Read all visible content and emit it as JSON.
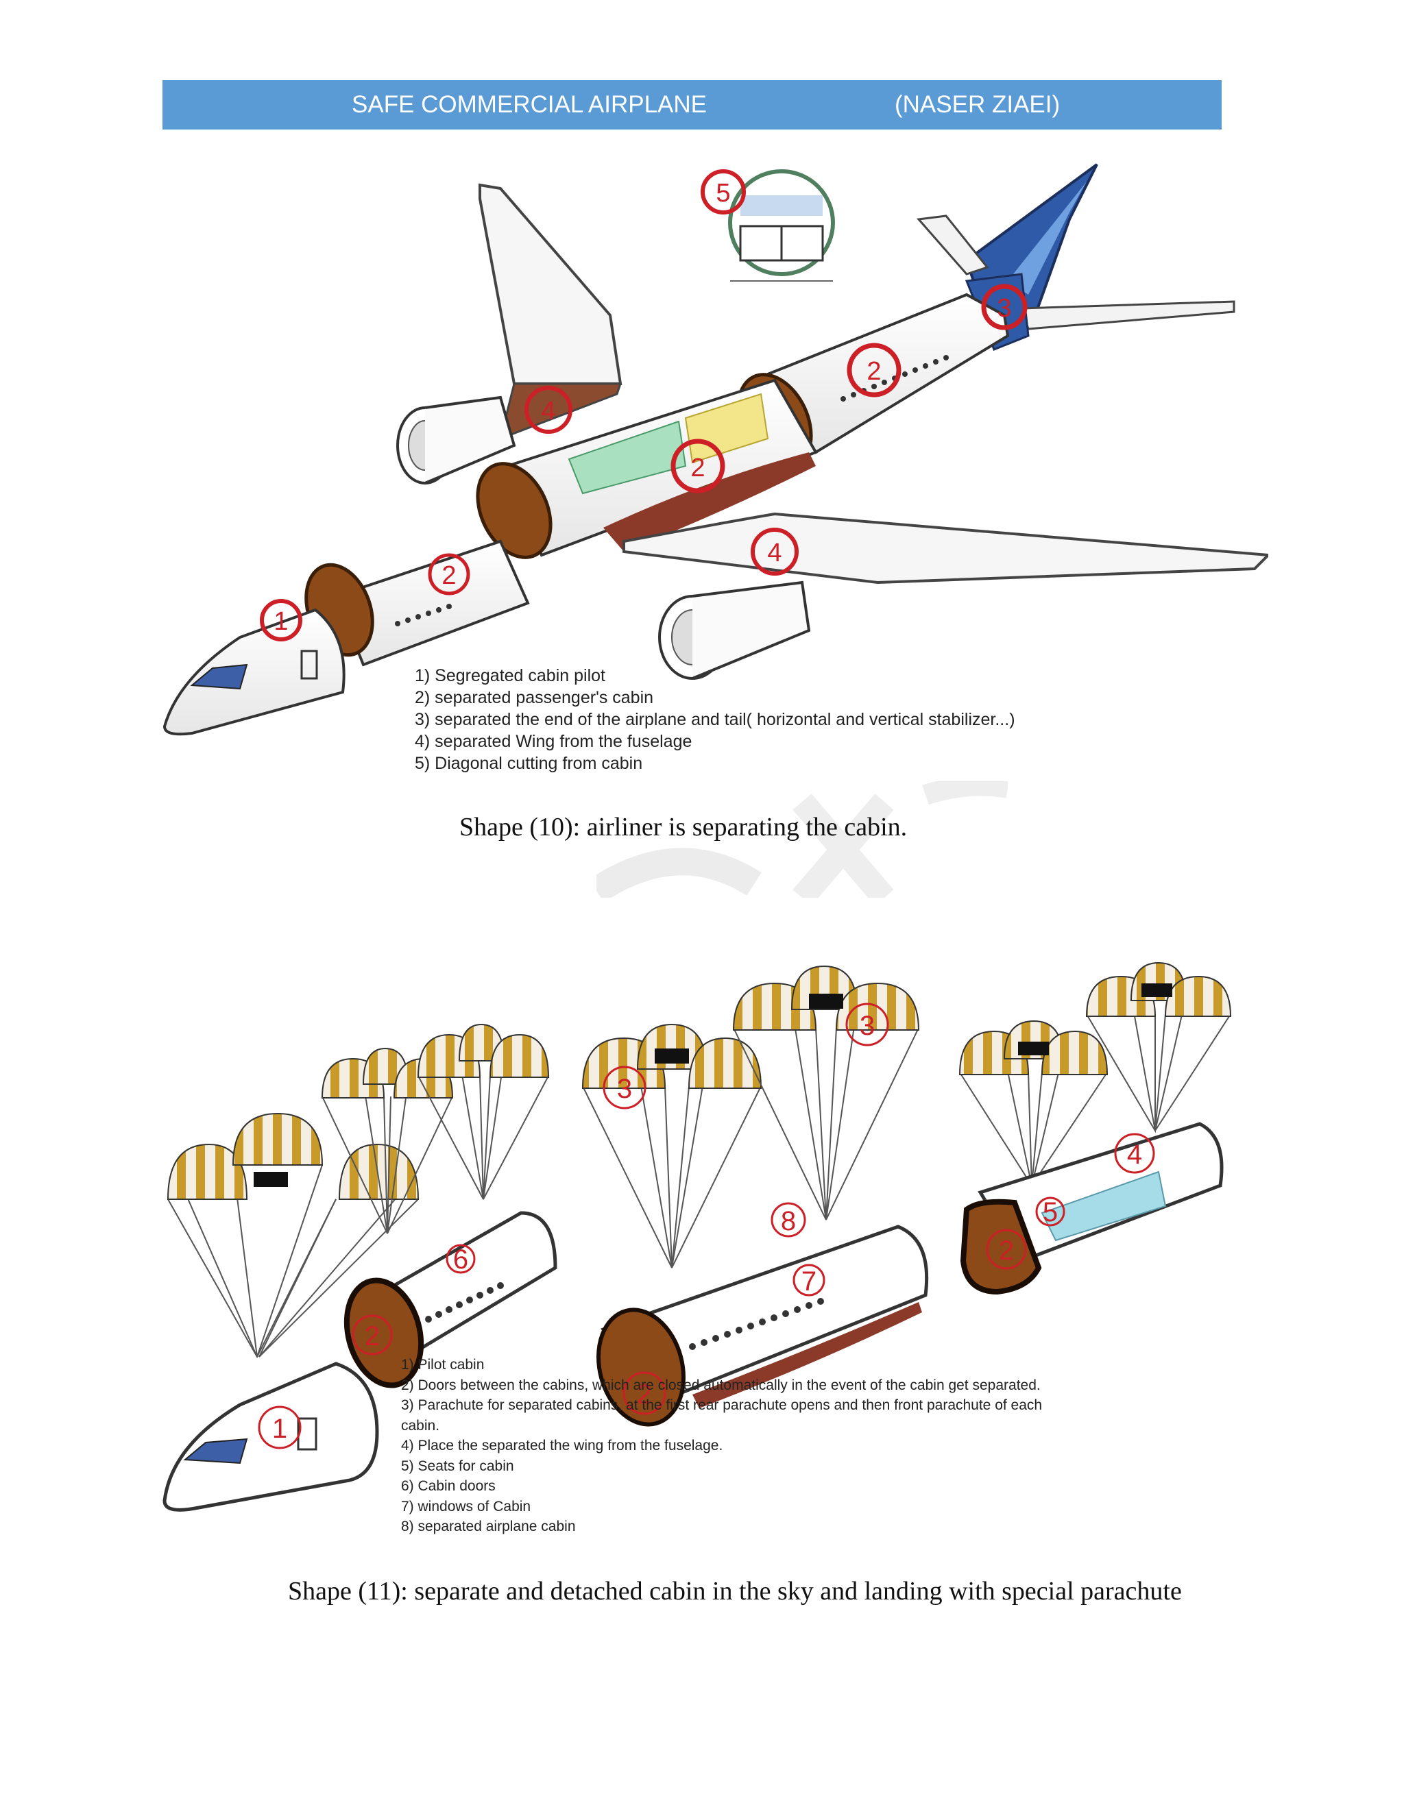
{
  "header": {
    "title": "SAFE COMMERCIAL AIRPLANE",
    "author": "(NASER ZIAEI)"
  },
  "figure10": {
    "markers": [
      "1",
      "2",
      "2",
      "2",
      "3",
      "4",
      "4",
      "5"
    ],
    "legend": [
      "1) Segregated cabin pilot",
      "2) separated passenger's cabin",
      "3) separated the end of the airplane and tail( horizontal and vertical stabilizer...)",
      "4) separated Wing from the fuselage",
      "5) Diagonal cutting from cabin"
    ],
    "caption": "Shape (10): airliner is separating the cabin."
  },
  "figure11": {
    "markers": [
      "1",
      "2",
      "2",
      "2",
      "3",
      "3",
      "4",
      "5",
      "6",
      "7",
      "8"
    ],
    "legend": [
      "1) Pilot cabin",
      "2) Doors between the cabins, which are closed automatically in the event of  the cabin get separated.",
      "3) Parachute for separated cabins, at the first rear parachute opens and then front  parachute of each",
      "cabin.",
      "4) Place the separated the wing from the fuselage.",
      "5) Seats for cabin",
      "6) Cabin doors",
      "7) windows of Cabin",
      "8) separated airplane cabin"
    ],
    "caption": "Shape (11): separate and detached cabin in the sky and landing with special parachute"
  },
  "colors": {
    "header": "#5b9bd5",
    "marker": "#cc1f26",
    "door": "#8b4513",
    "canopy_stripe": "#c89a2a"
  }
}
